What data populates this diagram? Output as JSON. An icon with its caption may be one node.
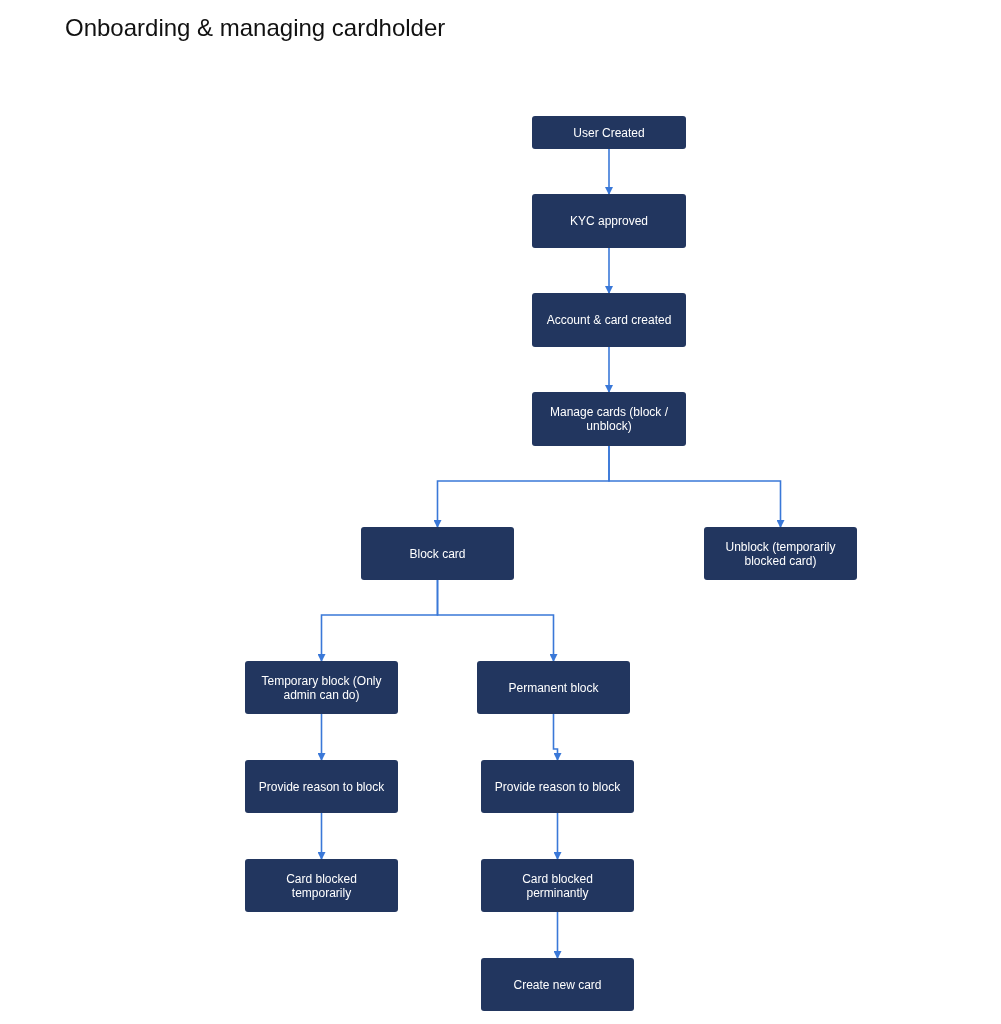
{
  "diagram": {
    "title": "Onboarding & managing cardholder",
    "nodes": [
      {
        "text": [
          "User Created"
        ]
      },
      {
        "text": [
          "KYC approved"
        ]
      },
      {
        "text": [
          "Account & card created"
        ]
      },
      {
        "text": [
          "Manage cards (block / unblock)"
        ]
      },
      {
        "text": [
          "Block card"
        ]
      },
      {
        "text": [
          "Unblock (temporarily blocked card)"
        ]
      },
      {
        "text": [
          "Temporary block (Only admin can do)"
        ]
      },
      {
        "text": [
          "Permanent block"
        ]
      },
      {
        "text": [
          "Provide reason to block"
        ]
      },
      {
        "text": [
          "Provide reason to block"
        ]
      },
      {
        "text": [
          "Card blocked temporarily"
        ]
      },
      {
        "text": [
          "Card blocked perminantly"
        ]
      },
      {
        "text": [
          "Create new card"
        ]
      }
    ],
    "edges": [
      {
        "from": 0,
        "to": 1,
        "arrow": "to"
      },
      {
        "from": 1,
        "to": 2,
        "arrow": "to"
      },
      {
        "from": 2,
        "to": 3,
        "arrow": "to"
      },
      {
        "from": 3,
        "to": 4,
        "arrow": "to"
      },
      {
        "from": 3,
        "to": 5,
        "arrow": "to"
      },
      {
        "from": 4,
        "to": 6,
        "arrow": "to"
      },
      {
        "from": 4,
        "to": 7,
        "arrow": "to"
      },
      {
        "from": 6,
        "to": 8,
        "arrow": "to"
      },
      {
        "from": 8,
        "to": 10,
        "arrow": "to"
      },
      {
        "from": 7,
        "to": 9,
        "arrow": "to"
      },
      {
        "from": 9,
        "to": 11,
        "arrow": "to"
      },
      {
        "from": 11,
        "to": 12,
        "arrow": "to"
      }
    ]
  }
}
